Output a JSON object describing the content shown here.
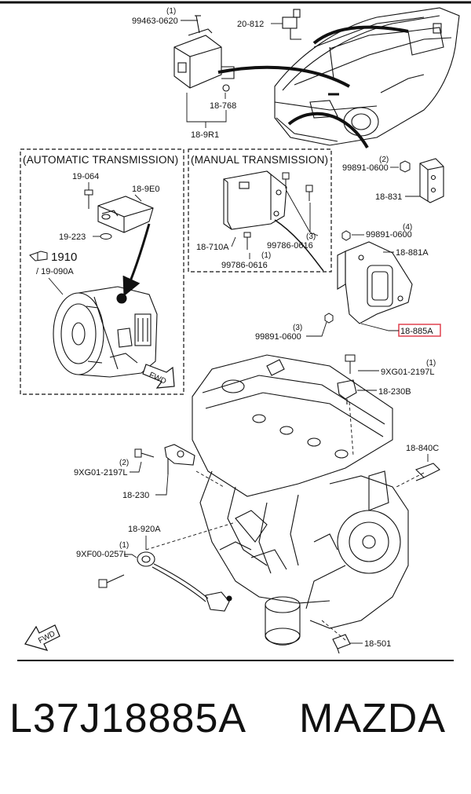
{
  "sections": {
    "automatic": "(AUTOMATIC TRANSMISSION)",
    "manual": "(MANUAL TRANSMISSION)"
  },
  "highlight_color": "#e0414f",
  "callouts": {
    "c_99463": {
      "qty": "(1)",
      "part": "99463-0620"
    },
    "c_20812": {
      "part": "20-812"
    },
    "c_18768": {
      "part": "18-768"
    },
    "c_189r1": {
      "part": "18-9R1"
    },
    "c_19064": {
      "part": "19-064"
    },
    "c_189e0": {
      "part": "18-9E0"
    },
    "c_19223": {
      "part": "19-223"
    },
    "c_1910": {
      "part": "1910"
    },
    "c_19090a": {
      "part": "/ 19-090A"
    },
    "c_18710a": {
      "part": "18-710A"
    },
    "c_99786_a": {
      "qty": "(3)",
      "part": "99786-0616"
    },
    "c_99786_b": {
      "qty": "(1)",
      "part": "99786-0616"
    },
    "c_99891_a": {
      "qty": "(2)",
      "part": "99891-0600"
    },
    "c_18831": {
      "part": "18-831"
    },
    "c_99891_b": {
      "qty": "(4)",
      "part": "99891-0600"
    },
    "c_18881a": {
      "part": "18-881A"
    },
    "c_99891_c": {
      "qty": "(3)",
      "part": "99891-0600"
    },
    "c_18885a": {
      "part": "18-885A"
    },
    "c_9xg01_a": {
      "qty": "(1)",
      "part": "9XG01-2197L"
    },
    "c_18230b": {
      "part": "18-230B"
    },
    "c_18840c": {
      "part": "18-840C"
    },
    "c_9xg01_b": {
      "qty": "(2)",
      "part": "9XG01-2197L"
    },
    "c_18230": {
      "part": "18-230"
    },
    "c_18920a": {
      "part": "18-920A"
    },
    "c_9xf00": {
      "qty": "(1)",
      "part": "9XF00-0257L"
    },
    "c_18501": {
      "part": "18-501"
    }
  },
  "fwd_label": "FWD",
  "caption": {
    "part_number": "L37J18885A",
    "brand": "MAZDA"
  }
}
